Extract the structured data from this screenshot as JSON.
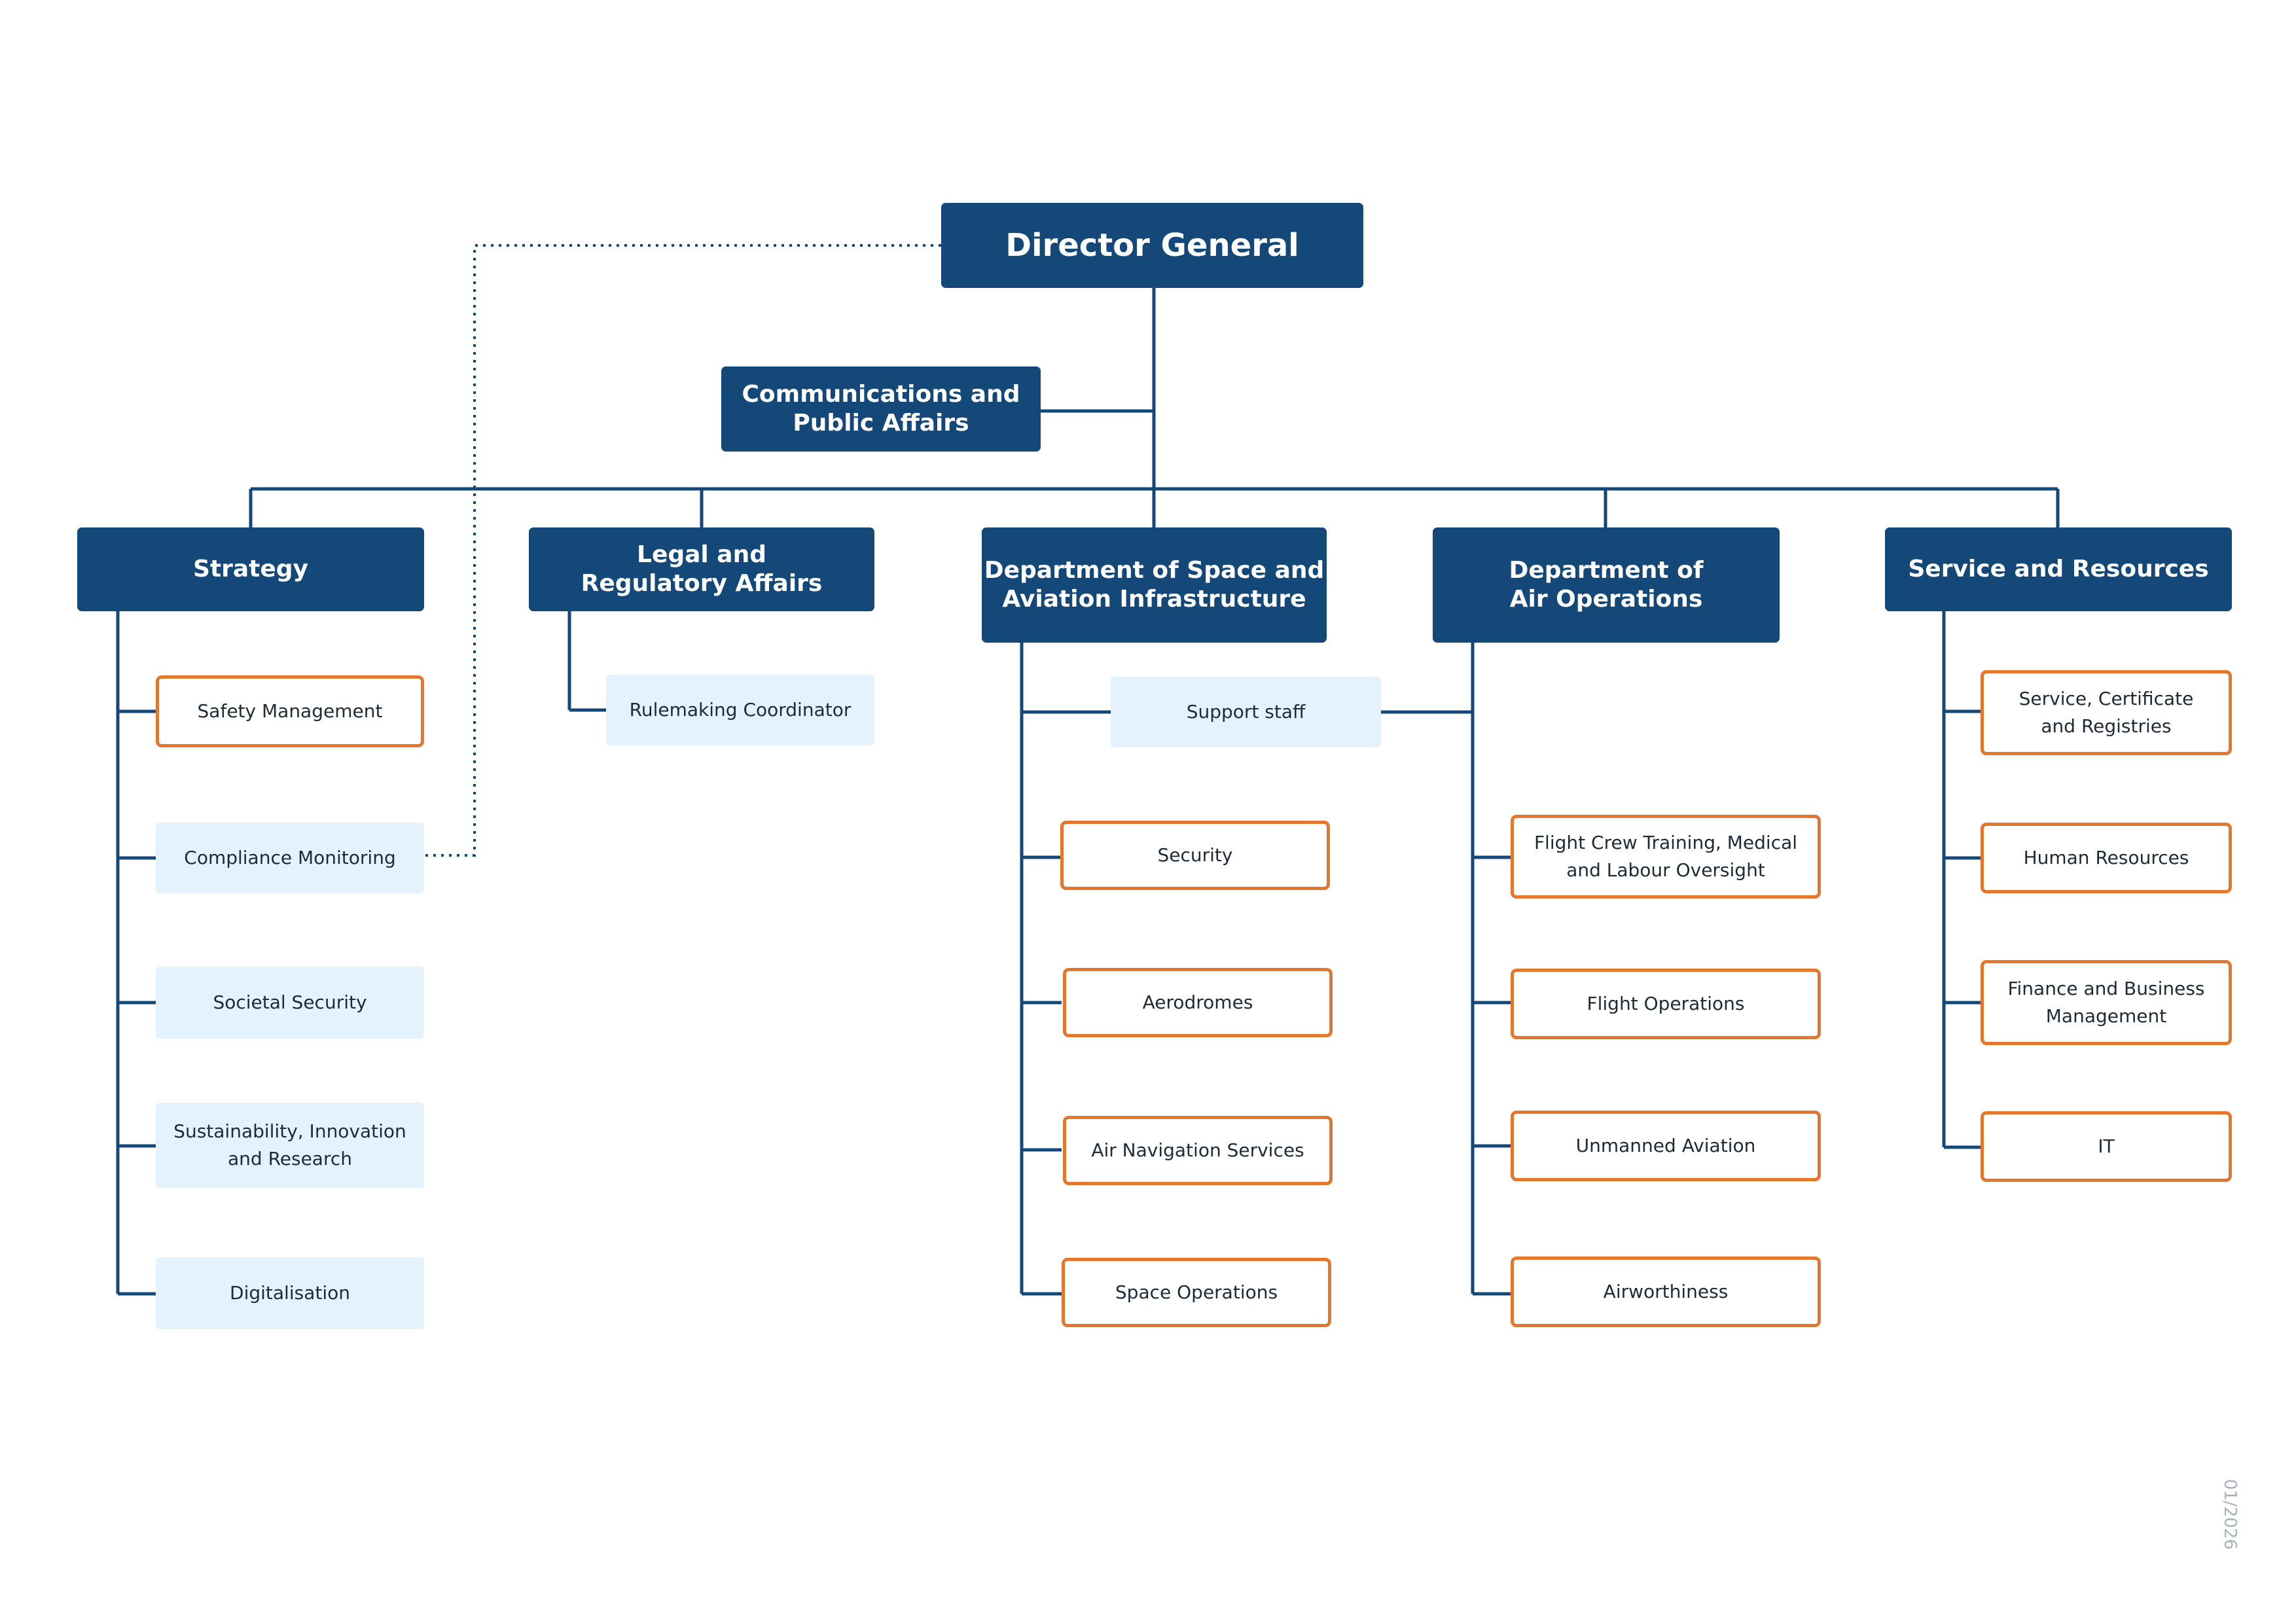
{
  "director": "Director General",
  "communications": "Communications and\nPublic Affairs",
  "departments": {
    "strategy": {
      "title": "Strategy",
      "units": [
        "Safety Management",
        "Compliance Monitoring",
        "Societal Security",
        "Sustainability, Innovation\nand Research",
        "Digitalisation"
      ]
    },
    "legal": {
      "title": "Legal and\nRegulatory Affairs",
      "units": [
        "Rulemaking Coordinator"
      ]
    },
    "space": {
      "title": "Department of Space and\nAviation Infrastructure",
      "units": [
        "Security",
        "Aerodromes",
        "Air Navigation Services",
        "Space Operations"
      ]
    },
    "shared": {
      "support": "Support staff"
    },
    "air": {
      "title": "Department of\nAir Operations",
      "units": [
        "Flight Crew Training, Medical\nand Labour Oversight",
        "Flight Operations",
        "Unmanned Aviation",
        "Airworthiness"
      ]
    },
    "service": {
      "title": "Service and Resources",
      "units": [
        "Service, Certificate\nand Registries",
        "Human Resources",
        "Finance and Business\nManagement",
        "IT"
      ]
    }
  },
  "footer": "01/2026",
  "colors": {
    "dark_box": "#134879",
    "light_box": "#e3f2fc",
    "orange_border": "#e3772e",
    "line": "#134879"
  }
}
